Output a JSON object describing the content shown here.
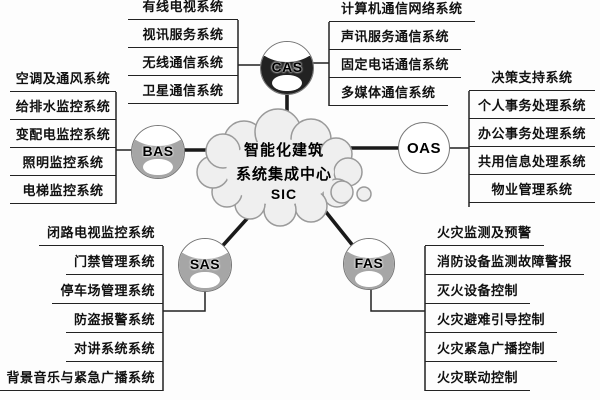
{
  "center": {
    "line1": "智能化建筑",
    "line2": "系统集成中心",
    "line3": "SIC"
  },
  "nodes": {
    "cas": "CAS",
    "bas": "BAS",
    "oas": "OAS",
    "sas": "SAS",
    "fas": "FAS"
  },
  "groups": {
    "cas_left": {
      "items": [
        "有线电视系统",
        "视讯服务系统",
        "无线通信系统",
        "卫星通信系统"
      ]
    },
    "cas_right": {
      "items": [
        "计算机通信网络系统",
        "声讯服务通信系统",
        "固定电话通信系统",
        "多媒体通信系统"
      ]
    },
    "bas": {
      "items": [
        "空调及通风系统",
        "给排水监控系统",
        "变配电监控系统",
        "照明监控系统",
        "电梯监控系统"
      ]
    },
    "oas": {
      "items": [
        "决策支持系统",
        "个人事务处理系统",
        "办公事务处理系统",
        "共用信息处理系统",
        "物业管理系统"
      ]
    },
    "sas": {
      "items": [
        "闭路电视监控系统",
        "门禁管理系统",
        "停车场管理系统",
        "防盗报警系统",
        "对讲系统系统",
        "背景音乐与紧急广播系统"
      ]
    },
    "fas": {
      "items": [
        "火灾监测及预警",
        "消防设备监测故障警报",
        "灭火设备控制",
        "火灾避难引导控制",
        "火灾紧急广播控制",
        "火灾联动控制"
      ]
    }
  },
  "colors": {
    "line": "#1a1a1a",
    "cas_band": "#222222",
    "gray_band": "#a6a6a6",
    "cloud_fill": "#efefef",
    "cloud_stroke": "#9a9a9a"
  }
}
